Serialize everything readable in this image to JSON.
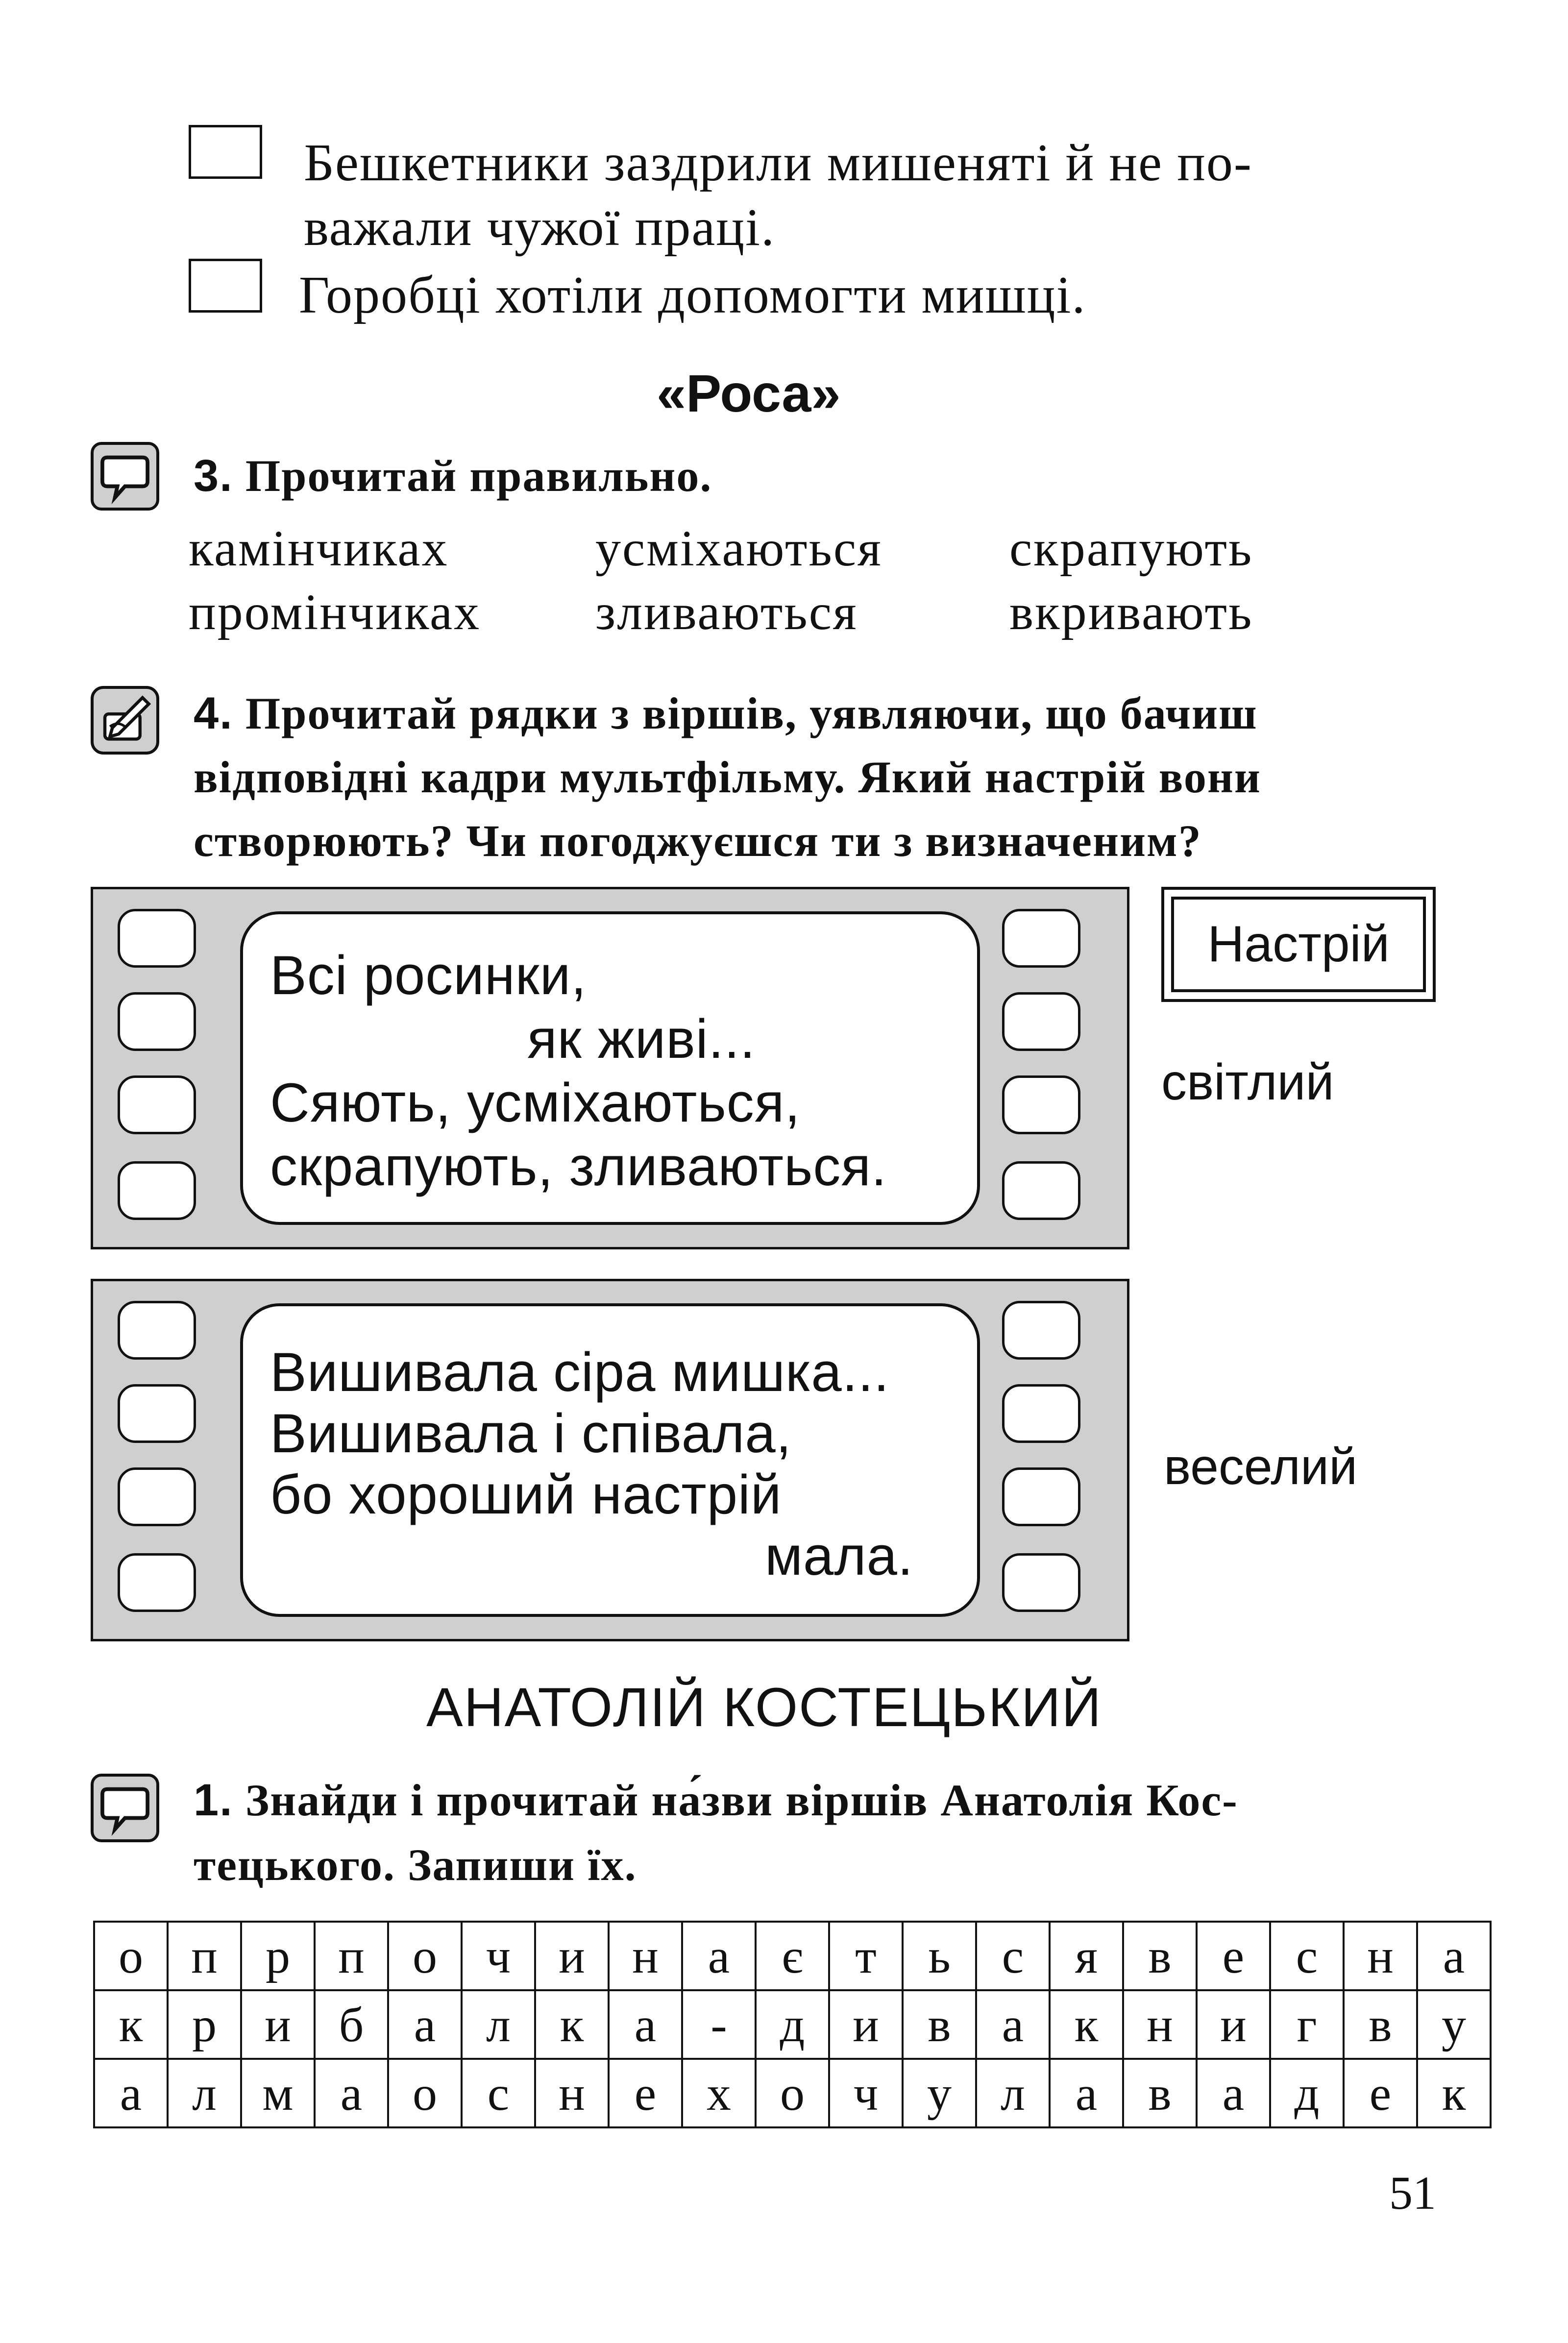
{
  "options": [
    {
      "line1": "Бешкетники заздрили мишеняті й не по-",
      "line2": "важали чужої праці."
    },
    {
      "line1": "Горобці хотіли допомогти мишці."
    }
  ],
  "section_roca": {
    "title": "«Роса»"
  },
  "task3": {
    "number": "3.",
    "instruction": "Прочитай правильно.",
    "words": [
      [
        "камінчиках",
        "усміхаються",
        "скрапують"
      ],
      [
        "промінчиках",
        "зливаються",
        "вкривають"
      ]
    ]
  },
  "task4": {
    "number": "4.",
    "lines": [
      "Прочитай рядки з віршів, уявляючи, що бачиш",
      "відповідні кадри мультфільму. Який настрій вони",
      "створюють? Чи погоджуєшся ти з визначеним?"
    ],
    "mood_header": "Настрій",
    "frames": [
      {
        "lines": [
          "Всі росинки,",
          "як живі...",
          "Сяють, усміхаються,",
          "скрапують, зливаються."
        ],
        "mood": "світлий"
      },
      {
        "lines": [
          "Вишивала сіра мишка...",
          "Вишивала і співала,",
          "бо хороший настрій",
          "мала."
        ],
        "mood": "веселий"
      }
    ]
  },
  "section_author": {
    "title": "АНАТОЛІЙ КОСТЕЦЬКИЙ"
  },
  "task1": {
    "number": "1.",
    "lines": [
      "Знайди і прочитай на́зви віршів Анатолія Кос-",
      "тецького. Запиши їх."
    ],
    "grid": [
      [
        "о",
        "п",
        "р",
        "п",
        "о",
        "ч",
        "и",
        "н",
        "а",
        "є",
        "т",
        "ь",
        "с",
        "я",
        "в",
        "е",
        "с",
        "н",
        "а"
      ],
      [
        "к",
        "р",
        "и",
        "б",
        "а",
        "л",
        "к",
        "а",
        "-",
        "д",
        "и",
        "в",
        "а",
        "к",
        "н",
        "и",
        "г",
        "в",
        "у"
      ],
      [
        "а",
        "л",
        "м",
        "а",
        "о",
        "с",
        "н",
        "е",
        "х",
        "о",
        "ч",
        "у",
        "л",
        "а",
        "в",
        "а",
        "д",
        "е",
        "к"
      ]
    ]
  },
  "page_number": "51"
}
